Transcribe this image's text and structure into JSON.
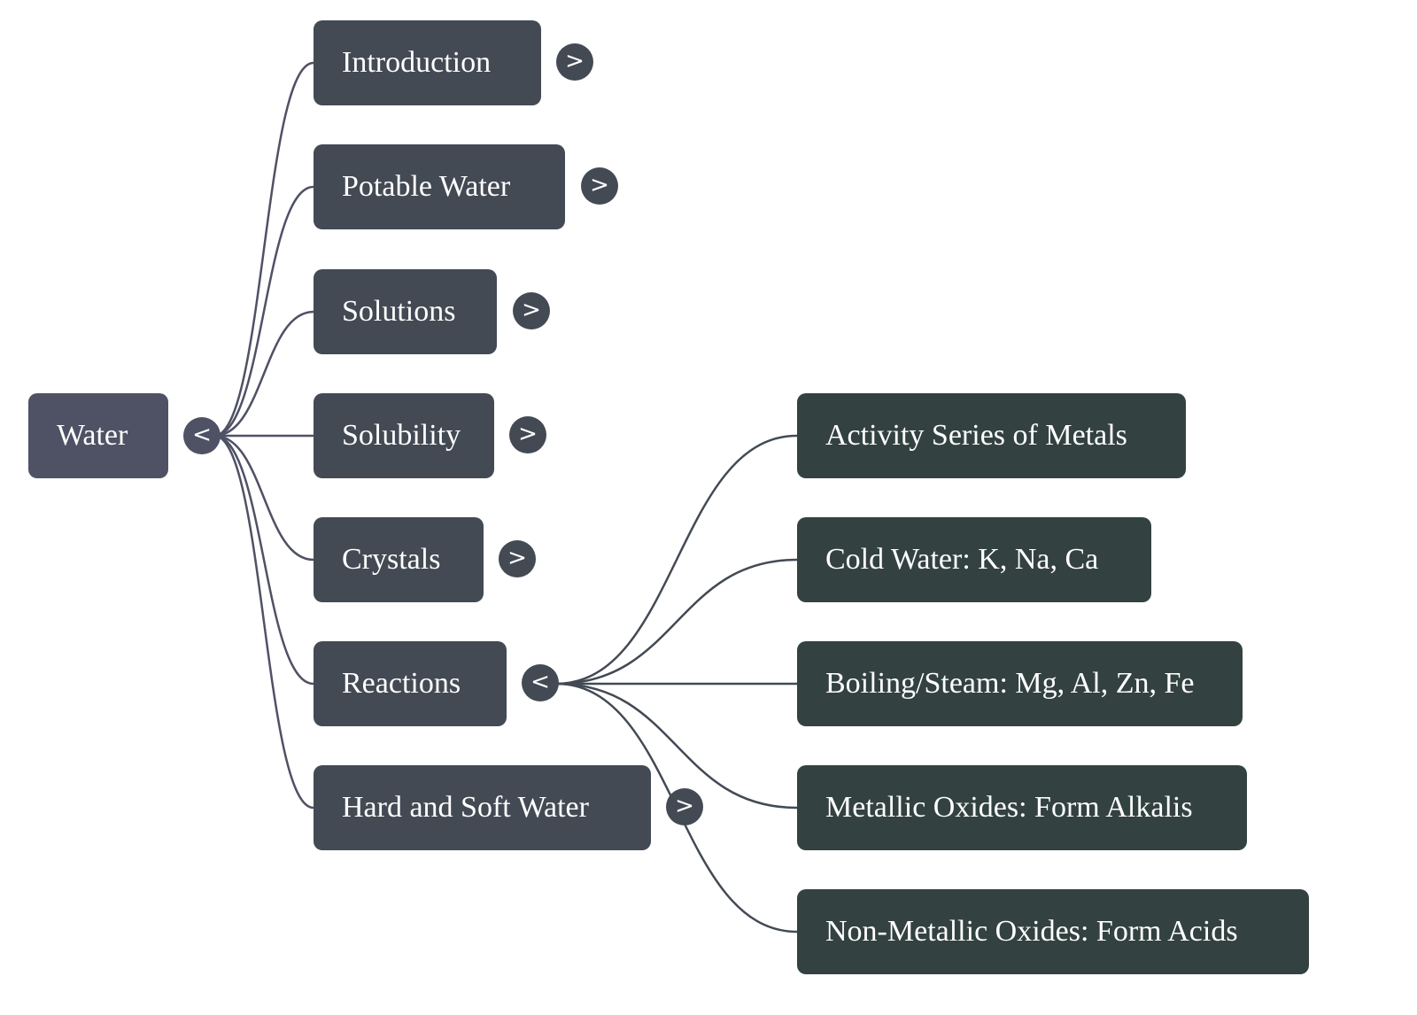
{
  "mindmap": {
    "root": {
      "label": "Water",
      "toggle_icon": "<",
      "toggle_state": "expanded"
    },
    "children": [
      {
        "label": "Introduction",
        "toggle_icon": ">",
        "toggle_state": "collapsed"
      },
      {
        "label": "Potable Water",
        "toggle_icon": ">",
        "toggle_state": "collapsed"
      },
      {
        "label": "Solutions",
        "toggle_icon": ">",
        "toggle_state": "collapsed"
      },
      {
        "label": "Solubility",
        "toggle_icon": ">",
        "toggle_state": "collapsed"
      },
      {
        "label": "Crystals",
        "toggle_icon": ">",
        "toggle_state": "collapsed"
      },
      {
        "label": "Reactions",
        "toggle_icon": "<",
        "toggle_state": "expanded",
        "children": [
          {
            "label": "Activity Series of Metals"
          },
          {
            "label": "Cold Water: K, Na, Ca"
          },
          {
            "label": "Boiling/Steam: Mg, Al, Zn, Fe"
          },
          {
            "label": "Metallic Oxides: Form Alkalis"
          },
          {
            "label": "Non-Metallic Oxides: Form Acids"
          }
        ]
      },
      {
        "label": "Hard and Soft Water",
        "toggle_icon": ">",
        "toggle_state": "collapsed"
      }
    ]
  },
  "colors": {
    "root_node": "#4f5165",
    "level1_node": "#434a54",
    "level2_node": "#334240",
    "root_link": "#4f5165",
    "level1_link": "#434a54",
    "text": "#ffffff"
  }
}
